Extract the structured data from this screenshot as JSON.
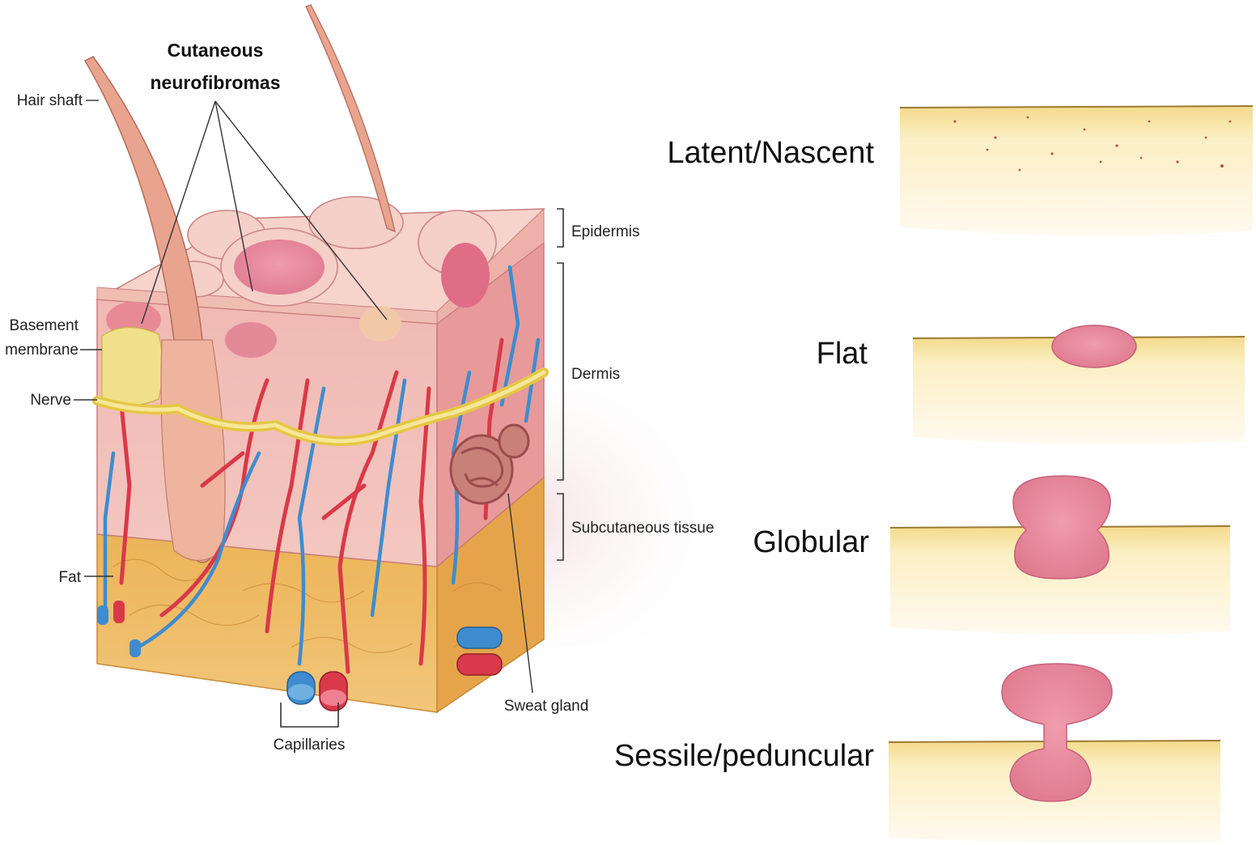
{
  "title": {
    "line1": "Cutaneous",
    "line2": "neurofibromas"
  },
  "left_labels": {
    "hair_shaft": "Hair shaft",
    "basement_line1": "Basement",
    "basement_line2": "membrane",
    "nerve": "Nerve",
    "fat": "Fat",
    "capillaries": "Capillaries",
    "sweat_gland": "Sweat gland"
  },
  "layer_labels": {
    "epidermis": "Epidermis",
    "dermis": "Dermis",
    "subcutaneous": "Subcutaneous tissue"
  },
  "stages": [
    {
      "label": "Latent/Nascent"
    },
    {
      "label": "Flat"
    },
    {
      "label": "Globular"
    },
    {
      "label": "Sessile/peduncular"
    }
  ],
  "colors": {
    "epidermis": "#f4c9c2",
    "dermis": "#ebaaa8",
    "fat": "#e9b35a",
    "nerve": "#f0d96a",
    "artery": "#d9394a",
    "vein": "#3e8ccf",
    "tumor": "#e58a9c",
    "stage_skin": "#f8e7ad"
  }
}
